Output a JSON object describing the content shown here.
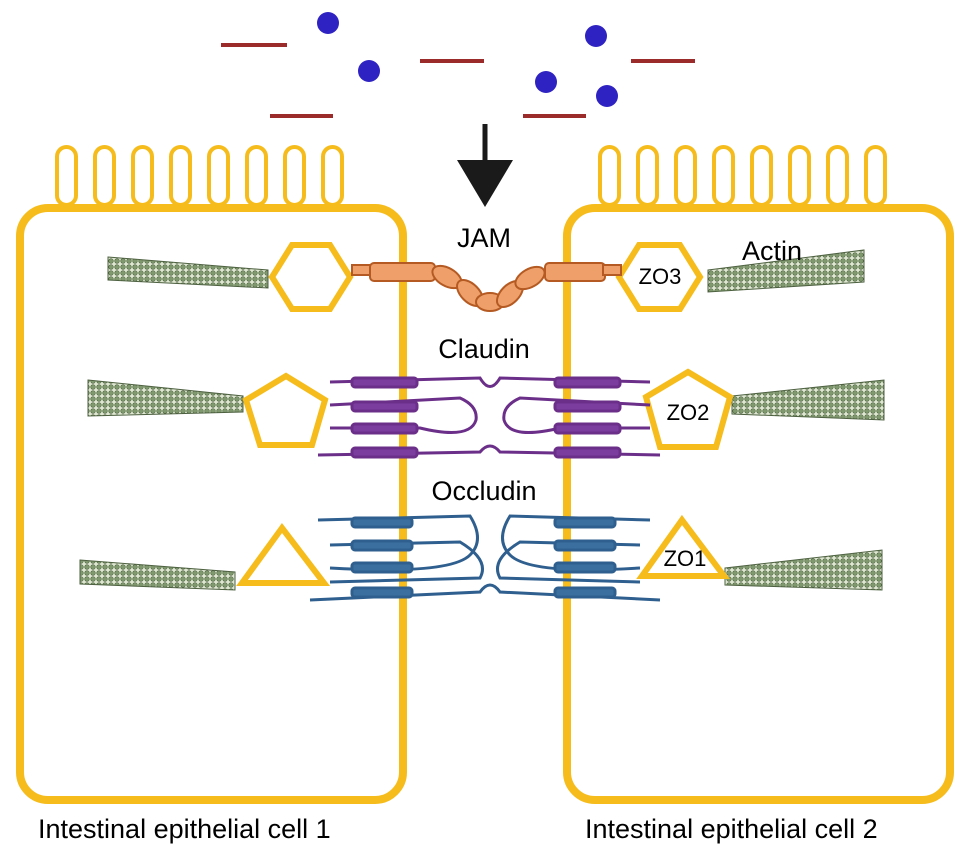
{
  "labels": {
    "jam": "JAM",
    "actin": "Actin",
    "claudin": "Claudin",
    "occludin": "Occludin",
    "zo3": "ZO3",
    "zo2": "ZO2",
    "zo1": "ZO1",
    "cell1": "Intestinal epithelial cell 1",
    "cell2": "Intestinal epithelial cell 2"
  },
  "colors": {
    "cell_membrane": "#F5BC1C",
    "jam": "#E8874A",
    "claudin": "#6B2F8A",
    "occludin": "#2F5F8E",
    "actin": "#8FA67C",
    "dash": "#9B2A2A",
    "dot": "#2E22C2",
    "arrow": "#1a1a1a"
  }
}
